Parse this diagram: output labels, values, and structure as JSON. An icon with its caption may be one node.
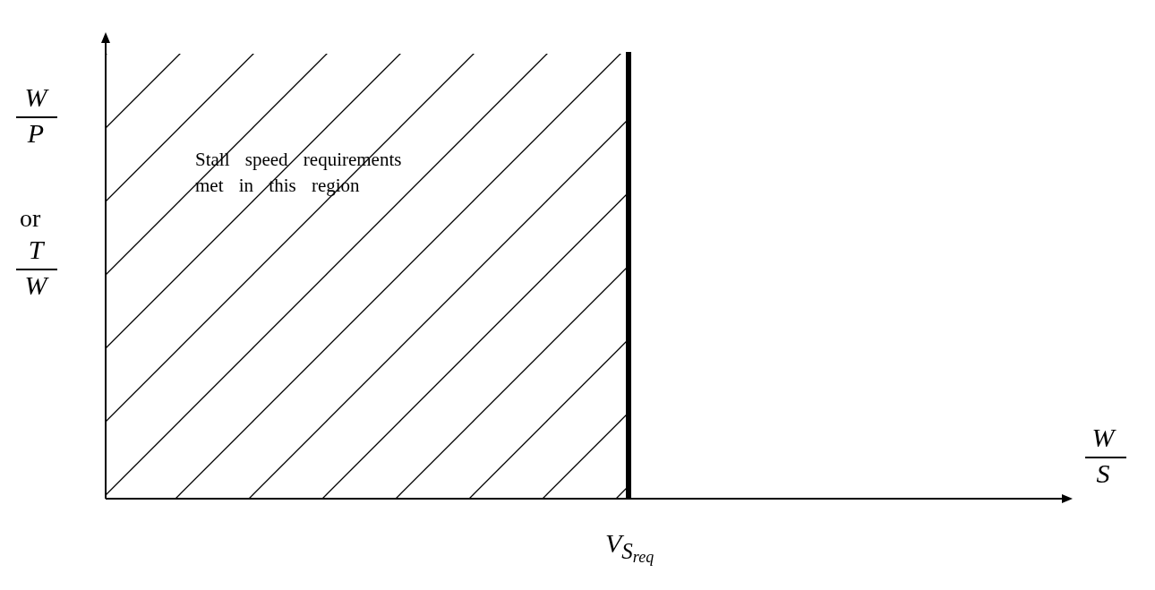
{
  "diagram": {
    "nodes": [
      {
        "text": [
          "Stall speed requirements met in this region"
        ]
      }
    ],
    "labels": [
      "W",
      "P",
      "or",
      "T",
      "W",
      "W",
      "S",
      "V$_{S}$$_{req}$"
    ]
  }
}
